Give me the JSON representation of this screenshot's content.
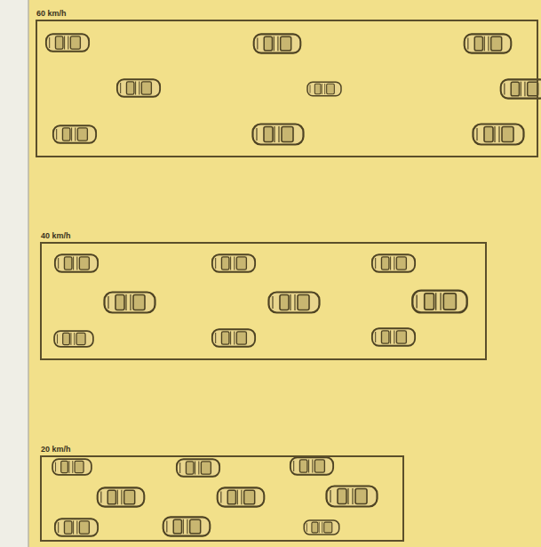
{
  "diagram": {
    "nodes": [
      {
        "text": [
          "60 km/h"
        ]
      },
      {
        "text": [
          "40 km/h"
        ]
      },
      {
        "text": [
          "20 km/h"
        ]
      }
    ]
  }
}
